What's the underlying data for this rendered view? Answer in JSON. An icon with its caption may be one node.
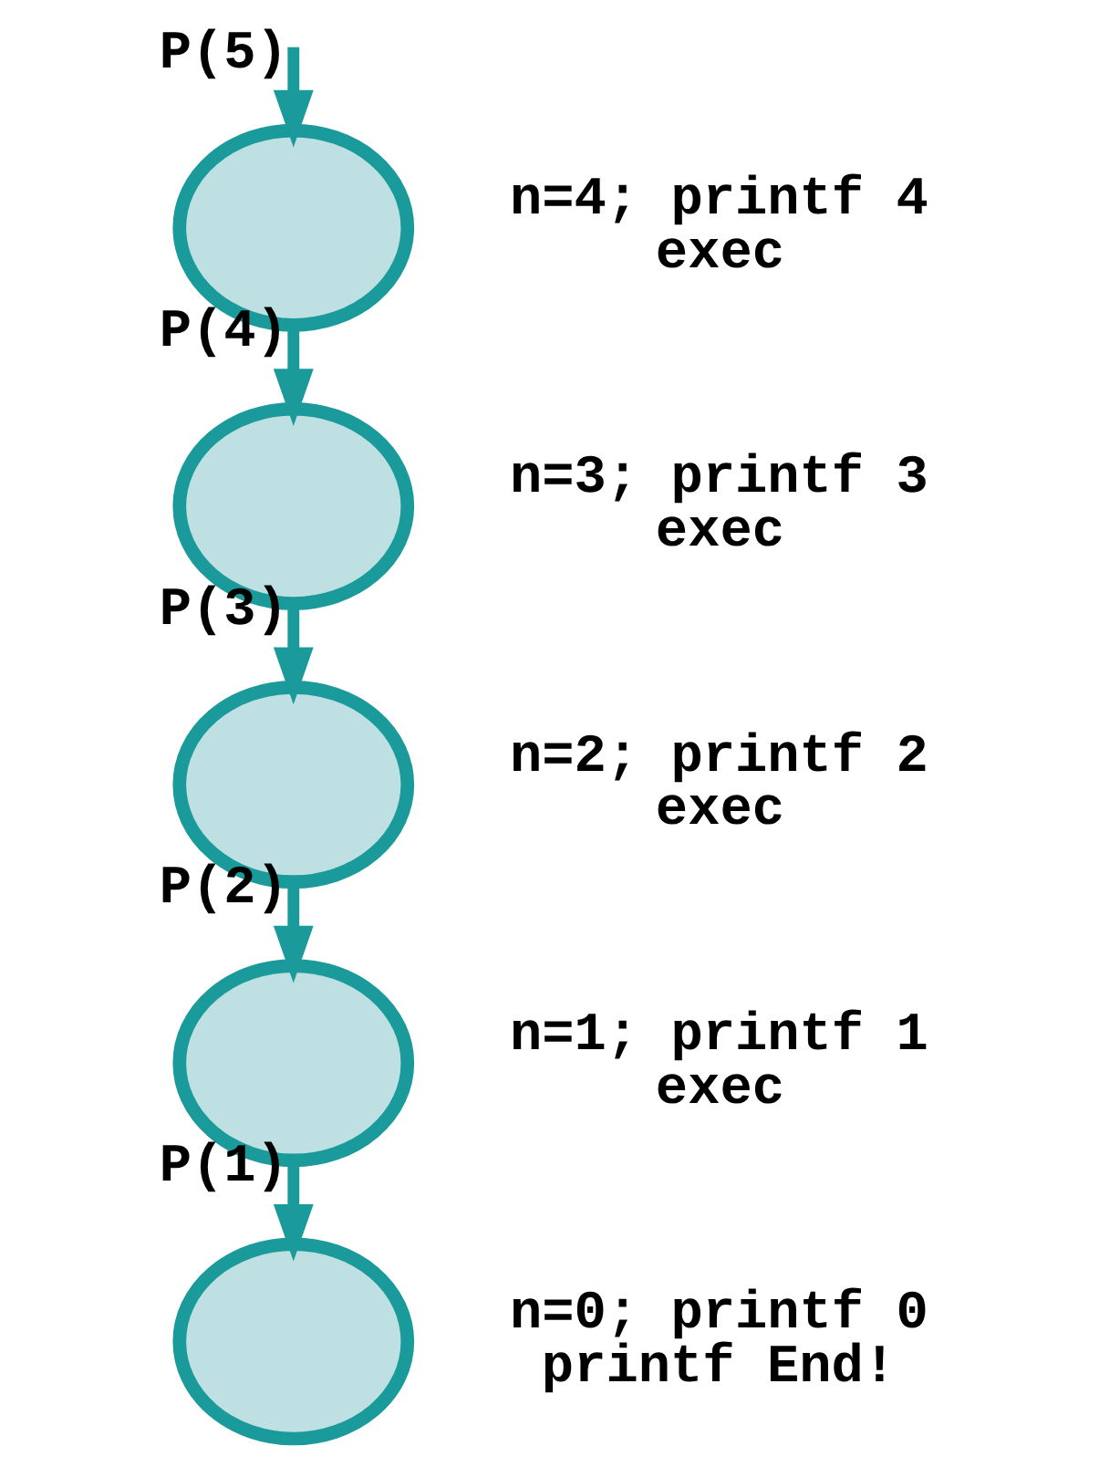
{
  "diagram": {
    "nodes": [
      {
        "text": [],
        "shape": "circle",
        "beside": [
          "n=4; printf 4",
          "exec"
        ]
      },
      {
        "text": [],
        "shape": "circle",
        "beside": [
          "n=3; printf 3",
          "exec"
        ]
      },
      {
        "text": [],
        "shape": "circle",
        "beside": [
          "n=2; printf 2",
          "exec"
        ]
      },
      {
        "text": [],
        "shape": "circle",
        "beside": [
          "n=1; printf 1",
          "exec"
        ]
      },
      {
        "text": [],
        "shape": "circle",
        "beside": [
          "n=0; printf 0",
          "printf End!"
        ]
      }
    ],
    "edges": [
      {
        "from": null,
        "to": 0,
        "arrow": "to",
        "label": "P(5)"
      },
      {
        "from": 0,
        "to": 1,
        "arrow": "to",
        "label": "P(4)"
      },
      {
        "from": 1,
        "to": 2,
        "arrow": "to",
        "label": "P(3)"
      },
      {
        "from": 2,
        "to": 3,
        "arrow": "to",
        "label": "P(2)"
      },
      {
        "from": 3,
        "to": 4,
        "arrow": "to",
        "label": "P(1)"
      }
    ]
  }
}
